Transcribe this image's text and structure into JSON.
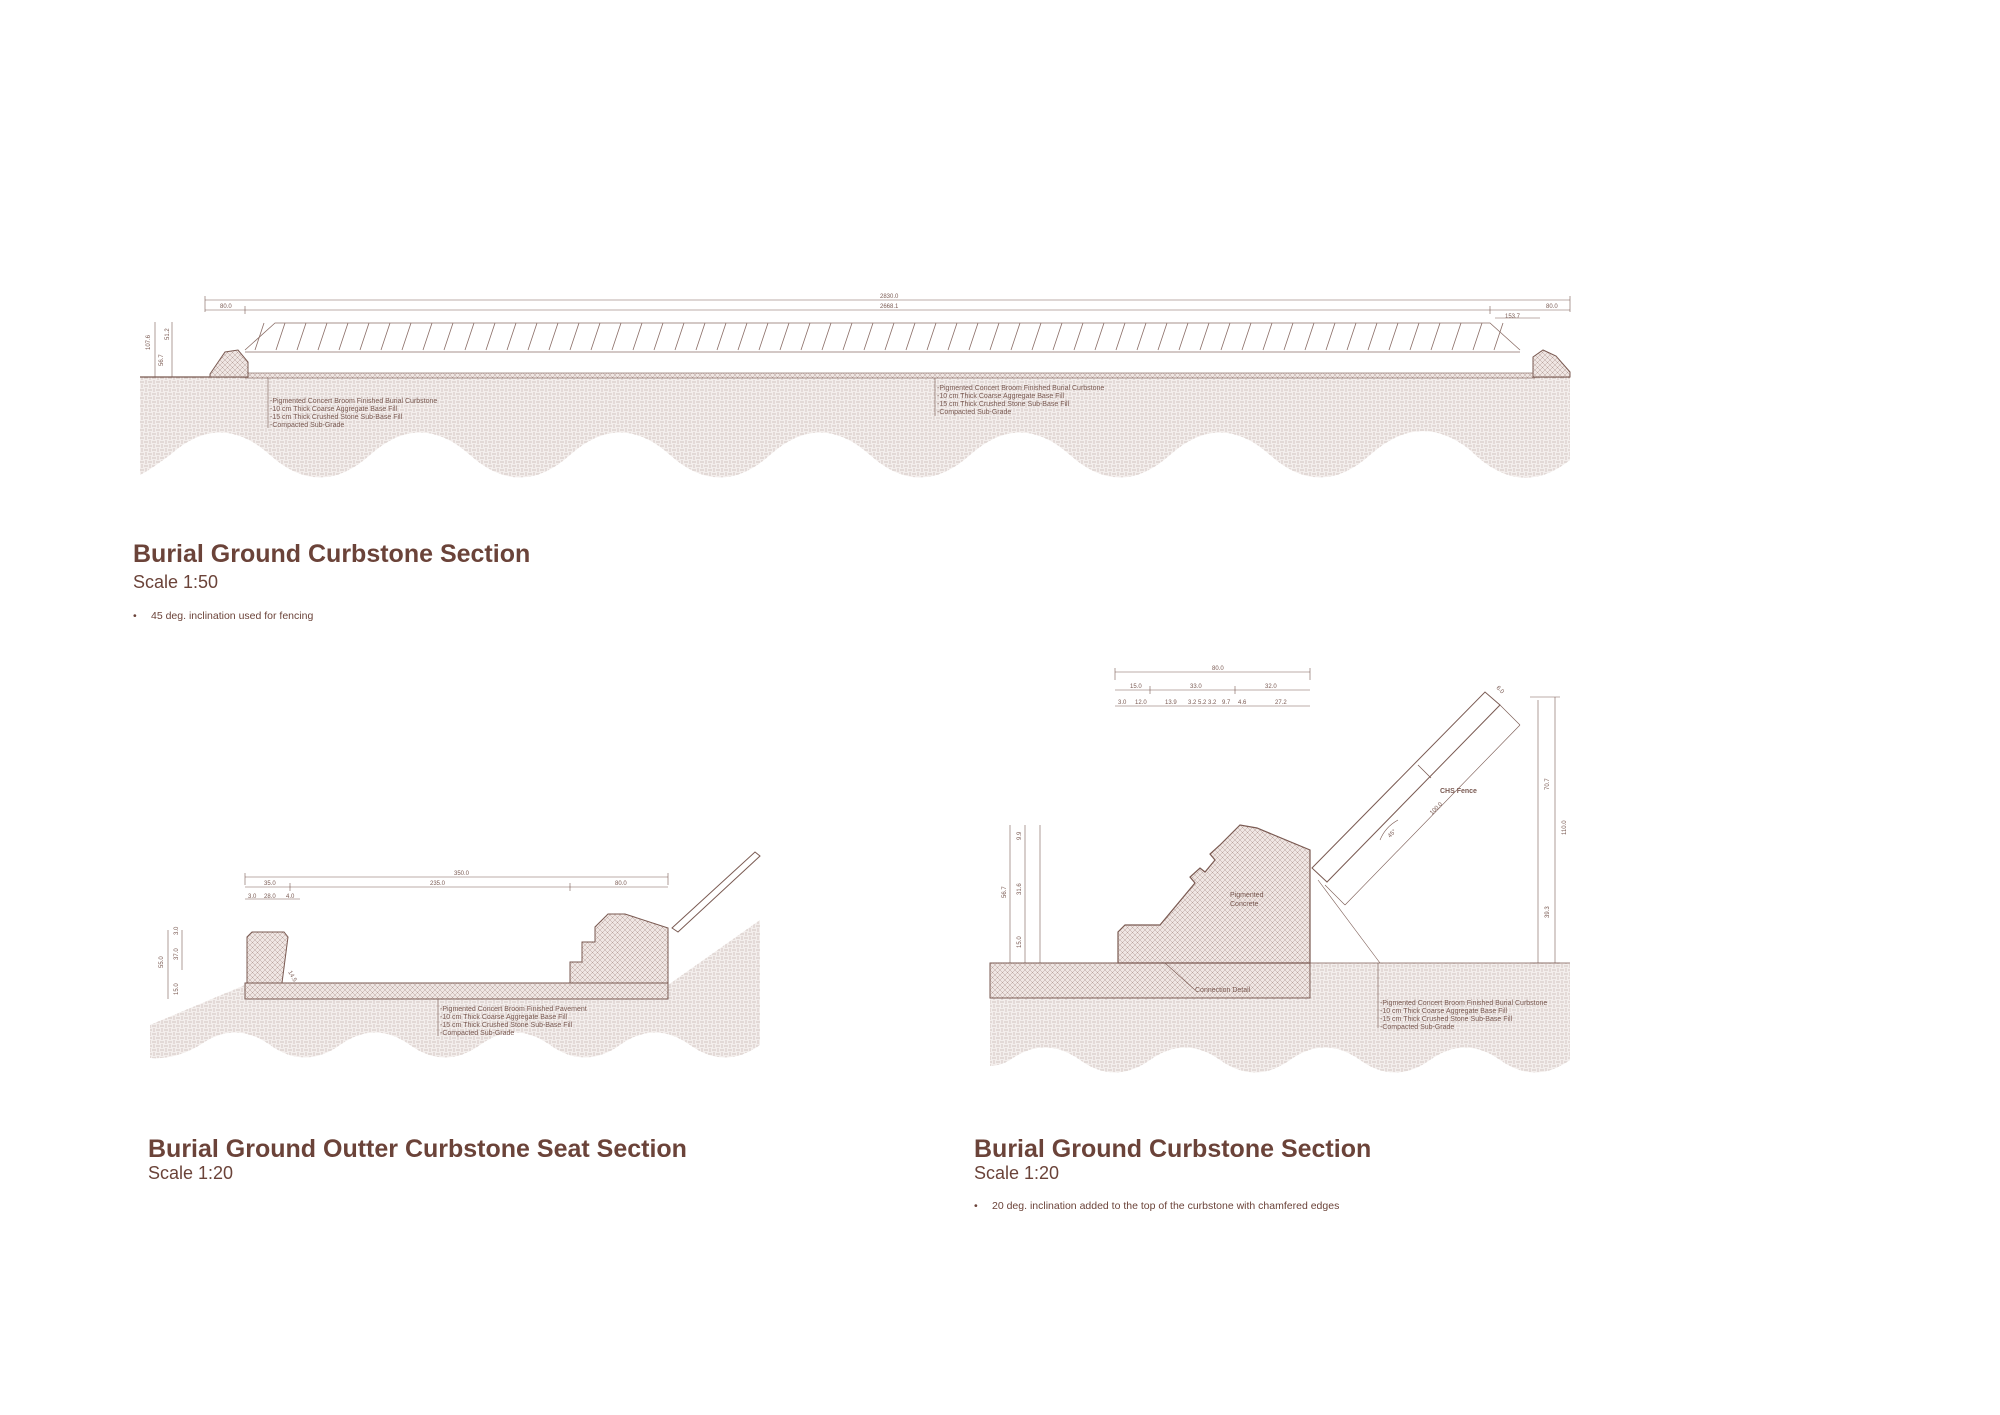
{
  "colors": {
    "ink": "#6b4339",
    "line": "#7a5a52",
    "hatch": "#c9bcb8",
    "fill": "#f1ecea"
  },
  "section1": {
    "title": "Burial Ground Curbstone Section",
    "scale": "Scale  1:50",
    "note": "45 deg. inclination used for fencing",
    "dims": {
      "overall": "2830.0",
      "inner": "2668.1",
      "left": "80.0",
      "right": "80.0",
      "right2": "153.7",
      "v1": "107.6",
      "v2": "51.2",
      "v3": "56.7"
    },
    "layers_left": [
      "-Pigmented Concert Broom Finished Burial Curbstone",
      "-10 cm Thick Coarse Aggregate Base Fill",
      "-15 cm Thick Crushed Stone Sub-Base Fill",
      "-Compacted Sub-Grade"
    ],
    "layers_mid": [
      "-Pigmented Concert Broom Finished Burial Curbstone",
      "-10 cm Thick Coarse Aggregate Base Fill",
      "-15 cm Thick Crushed Stone Sub-Base Fill",
      "-Compacted Sub-Grade"
    ]
  },
  "section2": {
    "title": "Burial Ground Outter Curbstone Seat Section",
    "scale": "Scale  1:20",
    "dims": {
      "overall": "350.0",
      "a": "35.0",
      "b": "235.0",
      "c": "80.0",
      "d": "3.0",
      "e": "28.0",
      "f": "4.0",
      "v1": "55.0",
      "v2": "37.0",
      "v3": "3.0",
      "v4": "15.0",
      "v5": "14.5"
    },
    "layers": [
      "-Pigmented Concert Broom Finished Pavement",
      "-10 cm Thick Coarse Aggregate Base Fill",
      "-15 cm Thick Crushed Stone Sub-Base Fill",
      "-Compacted Sub-Grade"
    ]
  },
  "section3": {
    "title": "Burial Ground Curbstone Section",
    "scale": "Scale  1:20",
    "note": "20 deg. inclination added to the top of the curbstone with chamfered edges",
    "dims": {
      "overall": "80.0",
      "a": "15.0",
      "b": "33.0",
      "c": "32.0",
      "s1": "3.0",
      "s2": "12.0",
      "s3": "13.9",
      "s4": "3.2",
      "s5": "5.2",
      "s6": "3.2",
      "s7": "9.7",
      "s8": "4.6",
      "s9": "27.2",
      "v_total": "56.7",
      "v1": "9.9",
      "v2": "31.6",
      "v3": "15.0",
      "right_total": "110.0",
      "r1": "70.7",
      "r2": "39.3",
      "fence_len": "100.0",
      "fence_w": "6.0",
      "angle": "45°"
    },
    "labels": {
      "fence": "CHS Fence",
      "concrete_1": "Pigmented",
      "concrete_2": "Concrete",
      "connection": "Connection Detail"
    },
    "layers": [
      "-Pigmented Concert Broom Finished Burial Curbstone",
      "-10 cm Thick Coarse Aggregate Base Fill",
      "-15 cm Thick Crushed Stone Sub-Base Fill",
      "-Compacted Sub-Grade"
    ]
  }
}
